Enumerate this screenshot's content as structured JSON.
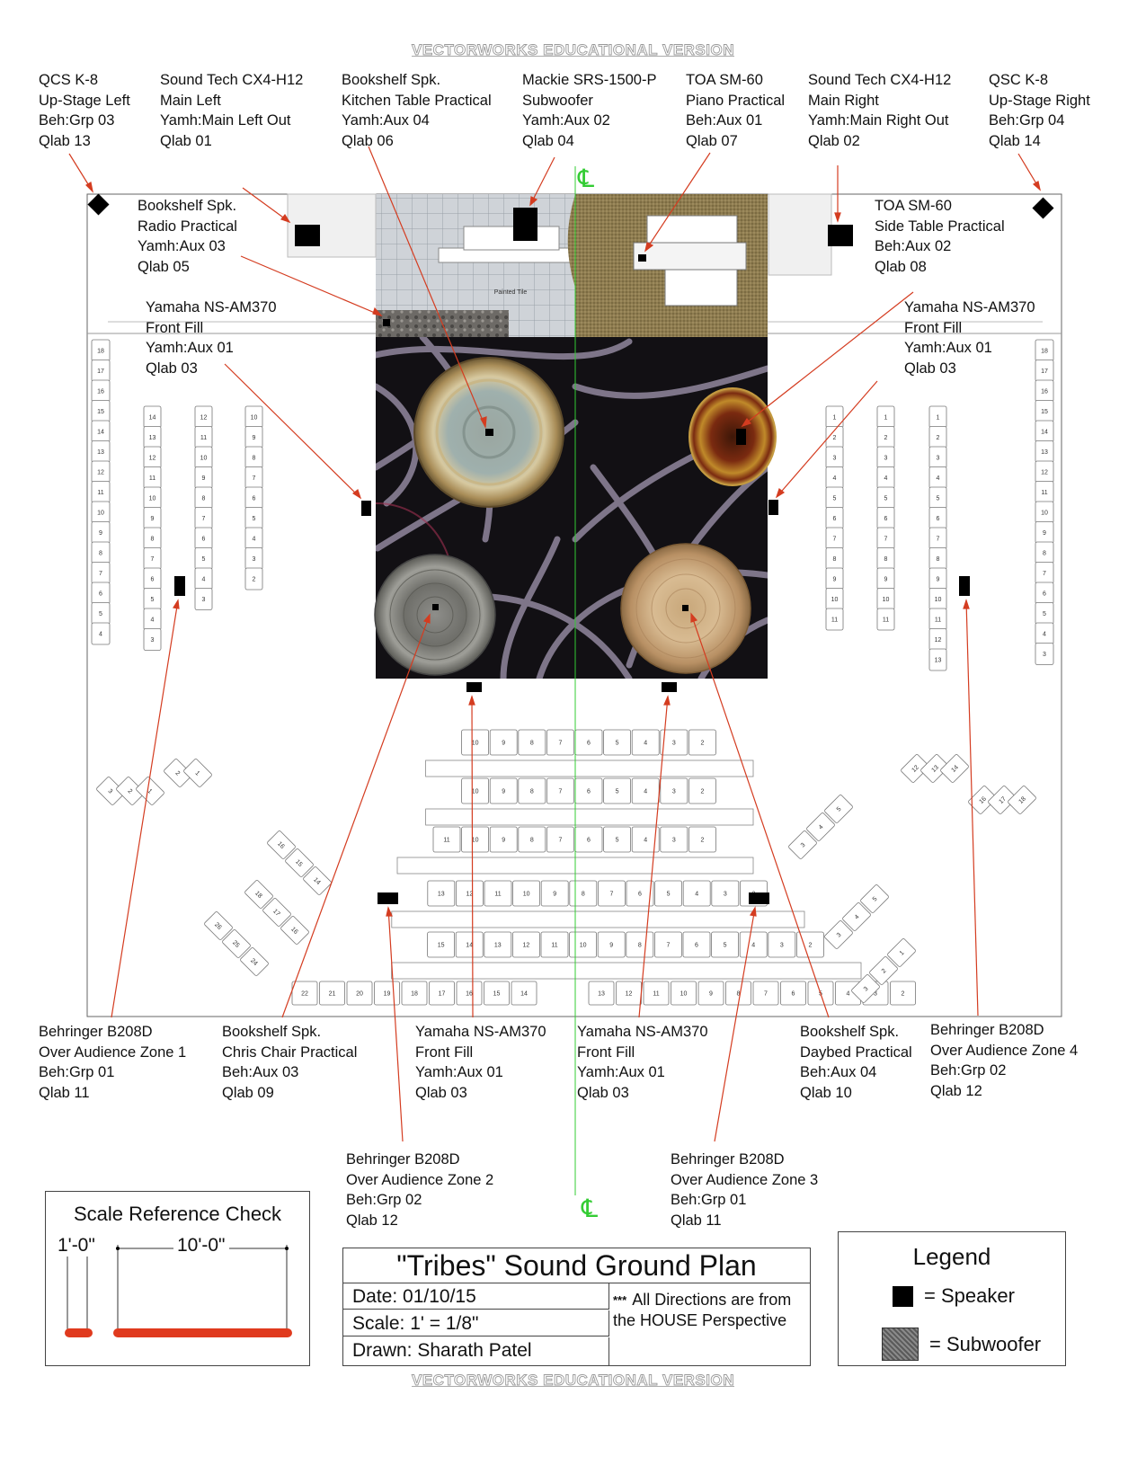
{
  "watermark_top": "VECTORWORKS EDUCATIONAL VERSION",
  "watermark_bottom": "VECTORWORKS EDUCATIONAL VERSION",
  "centerline_symbol": "℄",
  "plan_text": {
    "painted_tile": "Painted Tile"
  },
  "colors": {
    "leader": "#d43c20",
    "centerline": "#33cc33",
    "scale_bar": "#e03a1e",
    "stage_floor": "#121014",
    "tile": "#cfd3d8",
    "carpet": "#8c7a4e"
  },
  "top_labels": [
    {
      "id": "qsc-k8-usl",
      "lines": [
        "QCS K-8",
        "Up-Stage Left",
        "Beh:Grp 03",
        "Qlab 13"
      ]
    },
    {
      "id": "cx4-main-left",
      "lines": [
        "Sound  Tech  CX4-H12",
        "Main Left",
        "Yamh:Main Left Out",
        "Qlab 01"
      ]
    },
    {
      "id": "kitchen-practical",
      "lines": [
        "Bookshelf Spk.",
        "Kitchen  Table Practical",
        "Yamh:Aux 04",
        "Qlab 06"
      ]
    },
    {
      "id": "mackie-sub",
      "lines": [
        "Mackie SRS-1500-P",
        "Subwoofer",
        "Yamh:Aux 02",
        "Qlab 04"
      ]
    },
    {
      "id": "piano-practical",
      "lines": [
        "TOA SM-60",
        "Piano Practical",
        "Beh:Aux 01",
        "Qlab 07"
      ]
    },
    {
      "id": "cx4-main-right",
      "lines": [
        "Sound  Tech  CX4-H12",
        "Main Right",
        "Yamh:Main Right Out",
        "Qlab 02"
      ]
    },
    {
      "id": "qsc-k8-usr",
      "lines": [
        "QSC K-8",
        "Up-Stage Right",
        "Beh:Grp 04",
        "Qlab 14"
      ]
    }
  ],
  "mid_labels": [
    {
      "id": "radio-practical",
      "lines": [
        "Bookshelf Spk.",
        "Radio Practical",
        "Yamh:Aux 03",
        "Qlab 05"
      ]
    },
    {
      "id": "side-table-practical",
      "lines": [
        "TOA SM-60",
        "Side  Table Practical",
        "Beh:Aux 02",
        "Qlab 08"
      ]
    },
    {
      "id": "front-fill-left",
      "lines": [
        "Yamaha NS-AM370",
        "Front Fill",
        "Yamh:Aux 01",
        "Qlab 03"
      ]
    },
    {
      "id": "front-fill-right",
      "lines": [
        "Yamaha NS-AM370",
        "Front Fill",
        "Yamh:Aux 01",
        "Qlab 03"
      ]
    }
  ],
  "bottom_labels": [
    {
      "id": "b208-zone1",
      "lines": [
        "Behringer B208D",
        "Over Audience Zone 1",
        "Beh:Grp 01",
        "Qlab 11"
      ]
    },
    {
      "id": "chris-chair-practical",
      "lines": [
        "Bookshelf Spk.",
        "Chris Chair Practical",
        "Beh:Aux 03",
        "Qlab 09"
      ]
    },
    {
      "id": "front-fill-dsl",
      "lines": [
        "Yamaha NS-AM370",
        "Front Fill",
        "Yamh:Aux 01",
        "Qlab 03"
      ]
    },
    {
      "id": "front-fill-dsr",
      "lines": [
        "Yamaha NS-AM370",
        "Front Fill",
        "Yamh:Aux 01",
        "Qlab 03"
      ]
    },
    {
      "id": "daybed-practical",
      "lines": [
        "Bookshelf Spk.",
        "Daybed Practical",
        "Beh:Aux 04",
        "Qlab 10"
      ]
    },
    {
      "id": "b208-zone4",
      "lines": [
        "Behringer B208D",
        "Over Audience Zone 4",
        "Beh:Grp 02",
        "Qlab 12"
      ]
    },
    {
      "id": "b208-zone2",
      "lines": [
        "Behringer B208D",
        "Over Audience Zone 2",
        "Beh:Grp 02",
        "Qlab 12"
      ]
    },
    {
      "id": "b208-zone3",
      "lines": [
        "Behringer B208D",
        "Over Audience Zone 3",
        "Beh:Grp 01",
        "Qlab 11"
      ]
    }
  ],
  "seating": {
    "center_rows": [
      [
        "10",
        "9",
        "8",
        "7",
        "6",
        "5",
        "4",
        "3",
        "2"
      ],
      [
        "10",
        "9",
        "8",
        "7",
        "6",
        "5",
        "4",
        "3",
        "2"
      ],
      [
        "11",
        "10",
        "9",
        "8",
        "7",
        "6",
        "5",
        "4",
        "3",
        "2"
      ],
      [
        "13",
        "12",
        "11",
        "10",
        "9",
        "8",
        "7",
        "6",
        "5",
        "4",
        "3",
        "2"
      ],
      [
        "15",
        "14",
        "13",
        "12",
        "11",
        "10",
        "9",
        "8",
        "7",
        "6",
        "5",
        "4",
        "3",
        "2"
      ]
    ],
    "front_row_left": [
      "22",
      "21",
      "20",
      "19",
      "18",
      "17",
      "16",
      "15",
      "14"
    ],
    "front_row_right": [
      "13",
      "12",
      "11",
      "10",
      "9",
      "8",
      "7",
      "6",
      "5",
      "4",
      "3",
      "2"
    ],
    "left_outer": [
      "18",
      "17",
      "16",
      "15",
      "14",
      "13",
      "12",
      "11",
      "10",
      "9",
      "8",
      "7",
      "6",
      "5",
      "4"
    ],
    "left_inner": [
      "14",
      "13",
      "12",
      "11",
      "10",
      "9",
      "8",
      "7",
      "6",
      "5",
      "4",
      "3"
    ],
    "right_inner": [
      "1",
      "2",
      "3",
      "4",
      "5",
      "6",
      "7",
      "8",
      "9",
      "10",
      "11"
    ],
    "right_outer": [
      "18",
      "17",
      "16",
      "15",
      "14",
      "13",
      "12",
      "11",
      "10",
      "9",
      "8",
      "7",
      "6",
      "5",
      "4",
      "3"
    ]
  },
  "title_block": {
    "title": "\"Tribes\" Sound Ground Plan",
    "date": "Date: 01/10/15",
    "scale": "Scale: 1' = 1/8\"",
    "drawn": "Drawn: Sharath Patel",
    "note_stars": "***",
    "note": "All Directions are from the HOUSE Perspective"
  },
  "legend": {
    "title": "Legend",
    "speaker": "= Speaker",
    "subwoofer": "= Subwoofer"
  },
  "scale_check": {
    "title": "Scale Reference Check",
    "short": "1'-0\"",
    "long": "10'-0\""
  }
}
